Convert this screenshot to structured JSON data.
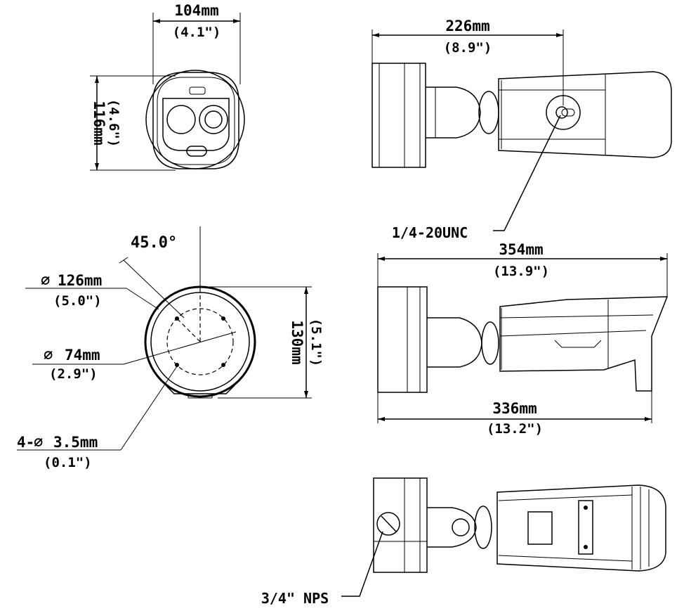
{
  "front_view": {
    "width_mm": "104mm",
    "width_in": "(4.1\")",
    "height_mm": "116mm",
    "height_in": "(4.6\")"
  },
  "top_side_view": {
    "length_mm": "226mm",
    "length_in": "(8.9\")",
    "thread_label": "1/4-20UNC"
  },
  "mount_base_view": {
    "angle": "45.0°",
    "outer_dia_mm": "126mm",
    "outer_dia_in": "(5.0\")",
    "bolt_circle_mm": "74mm",
    "bolt_circle_in": "(2.9\")",
    "height_mm": "130mm",
    "height_in": "(5.1\")",
    "holes_mm": "4-",
    "holes_size": "3.5mm",
    "holes_in": "(0.1\")",
    "diameter_symbol": "∅"
  },
  "side_view": {
    "overall_mm": "354mm",
    "overall_in": "(13.9\")",
    "body_mm": "336mm",
    "body_in": "(13.2\")"
  },
  "bottom_view": {
    "conduit_label": "3/4\" NPS"
  }
}
